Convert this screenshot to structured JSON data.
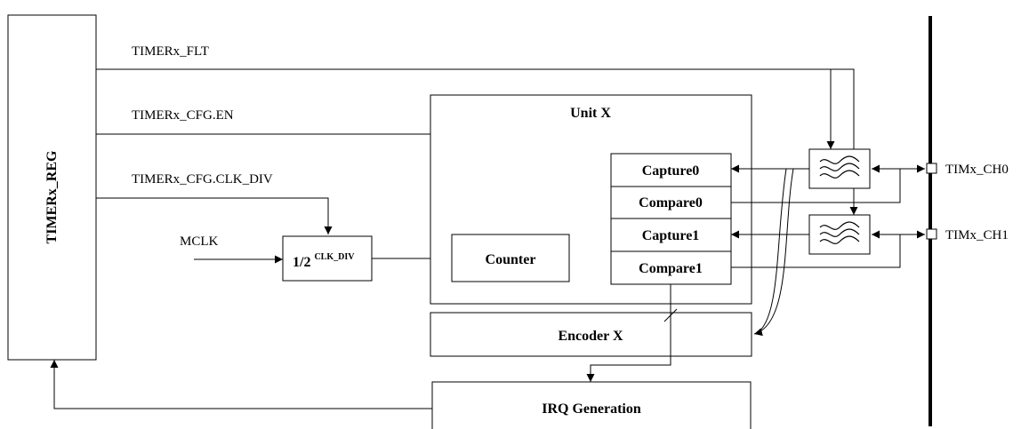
{
  "blocks": {
    "timer_reg": "TIMERx_REG",
    "unit": "Unit X",
    "counter": "Counter",
    "divider_base": "1/2",
    "divider_exp": "CLK_DIV",
    "capture0": "Capture0",
    "compare0": "Compare0",
    "capture1": "Capture1",
    "compare1": "Compare1",
    "encoder": "Encoder X",
    "irq": "IRQ Generation"
  },
  "signals": {
    "flt": "TIMERx_FLT",
    "cfg_en": "TIMERx_CFG.EN",
    "cfg_clkdiv": "TIMERx_CFG.CLK_DIV",
    "mclk": "MCLK"
  },
  "pins": {
    "ch0": "TIMx_CH0",
    "ch1": "TIMx_CH1"
  },
  "colors": {
    "stroke": "#000000",
    "background": "#ffffff"
  },
  "icons": {
    "filter": "waveform-filter-icon"
  }
}
